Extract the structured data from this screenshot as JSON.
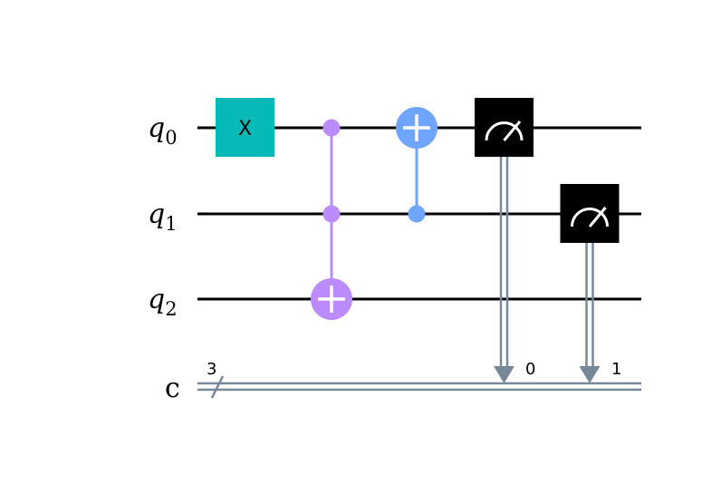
{
  "circuit": {
    "qubits": [
      {
        "name": "q",
        "index": "0"
      },
      {
        "name": "q",
        "index": "1"
      },
      {
        "name": "q",
        "index": "2"
      }
    ],
    "classical": {
      "name": "c",
      "size": "3"
    },
    "gates": {
      "x_gate": {
        "label": "X",
        "qubit": 0,
        "color": "#05bab6"
      },
      "toffoli": {
        "controls": [
          0,
          1
        ],
        "target": 2,
        "color": "#bb8bff"
      },
      "cnot": {
        "control": 1,
        "target": 0,
        "color": "#6fa4ff"
      },
      "measures": [
        {
          "qubit": 0,
          "cbit": "0"
        },
        {
          "qubit": 1,
          "cbit": "1"
        }
      ]
    },
    "colors": {
      "wire": "#000000",
      "classical_wire": "#778899",
      "measure_box": "#000000",
      "measure_icon": "#ffffff"
    }
  }
}
